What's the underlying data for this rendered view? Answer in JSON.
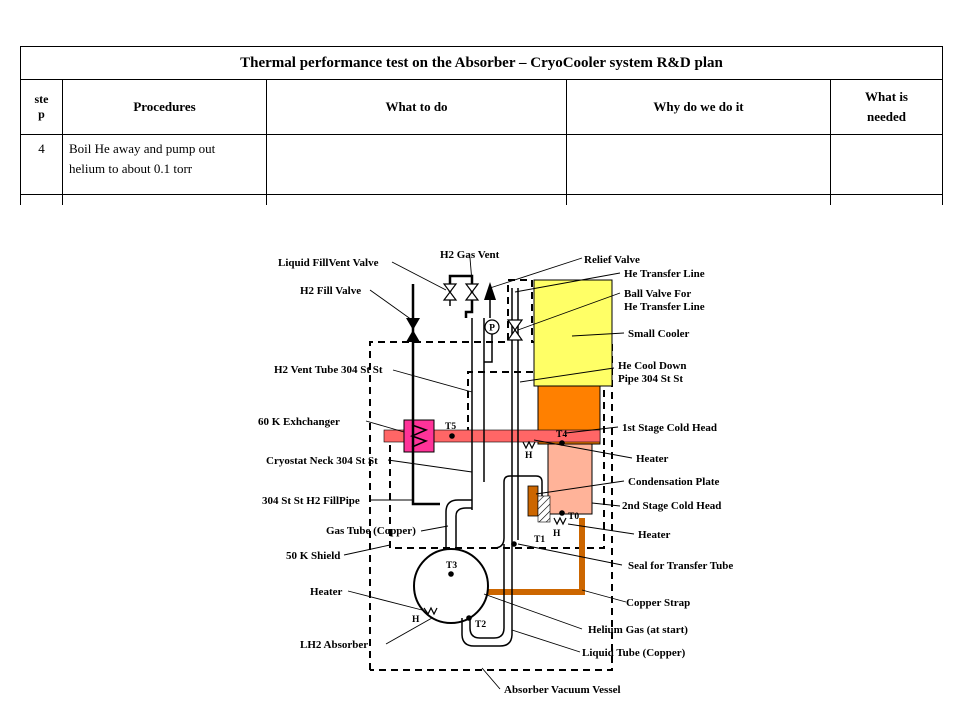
{
  "table": {
    "title": "Thermal performance test on the Absorber – CryoCooler system R&D plan",
    "headers": {
      "step": [
        "ste",
        "p"
      ],
      "procedures": "Procedures",
      "what_to_do": "What to do",
      "why": "Why do we do it",
      "needed": [
        "What is",
        "needed"
      ]
    },
    "rows": [
      {
        "step": "4",
        "procedure": [
          "Boil He away and pump out",
          "helium to about 0.1 torr"
        ],
        "what_to_do": "",
        "why": "",
        "needed": ""
      }
    ]
  },
  "diagram": {
    "labels": {
      "liquid_fill_vent_valve": "Liquid FillVent Valve",
      "h2_gas_vent": "H2 Gas Vent",
      "relief_valve": "Relief Valve",
      "he_transfer_line": "He Transfer Line",
      "h2_fill_valve": "H2 Fill Valve",
      "ball_valve": [
        "Ball Valve For",
        "He Transfer Line"
      ],
      "small_cooler": "Small Cooler",
      "h2_vent_tube": "H2 Vent Tube 304 St St",
      "he_cool_down_pipe": [
        "He Cool Down",
        "Pipe 304 St St"
      ],
      "exchanger_60k": "60 K Exhchanger",
      "first_stage_cold_head": "1st Stage Cold Head",
      "cryostat_neck": "Cryostat Neck 304 St St",
      "heater_top": "Heater",
      "condensation_plate": "Condensation Plate",
      "fill_pipe": "304 St St H2 FillPipe",
      "second_stage_cold_head": "2nd Stage Cold Head",
      "gas_tube": "Gas Tube (Copper)",
      "heater_mid": "Heater",
      "shield_50k": "50 K Shield",
      "seal_transfer_tube": "Seal for Transfer Tube",
      "heater_left": "Heater",
      "copper_strap": "Copper Strap",
      "helium_gas": "Helium Gas (at start)",
      "lh2_absorber": "LH2 Absorber",
      "liquid_tube": "Liquid Tube (Copper)",
      "vacuum_vessel": "Absorber Vacuum Vessel"
    },
    "sensors": {
      "t1": "T1",
      "t2": "T2",
      "t3": "T3",
      "t4": "T4",
      "t5": "T5",
      "t0": "T0",
      "h": "H",
      "p": "P"
    },
    "colors": {
      "cooler": "#ffff66",
      "first_stage": "#ff8000",
      "second_stage": "#ffb399",
      "exchanger_bar": "#ff6666",
      "exchanger": "#ff3399",
      "copper_strap": "#cc6600",
      "condensation_plate": "#cc6600"
    }
  }
}
